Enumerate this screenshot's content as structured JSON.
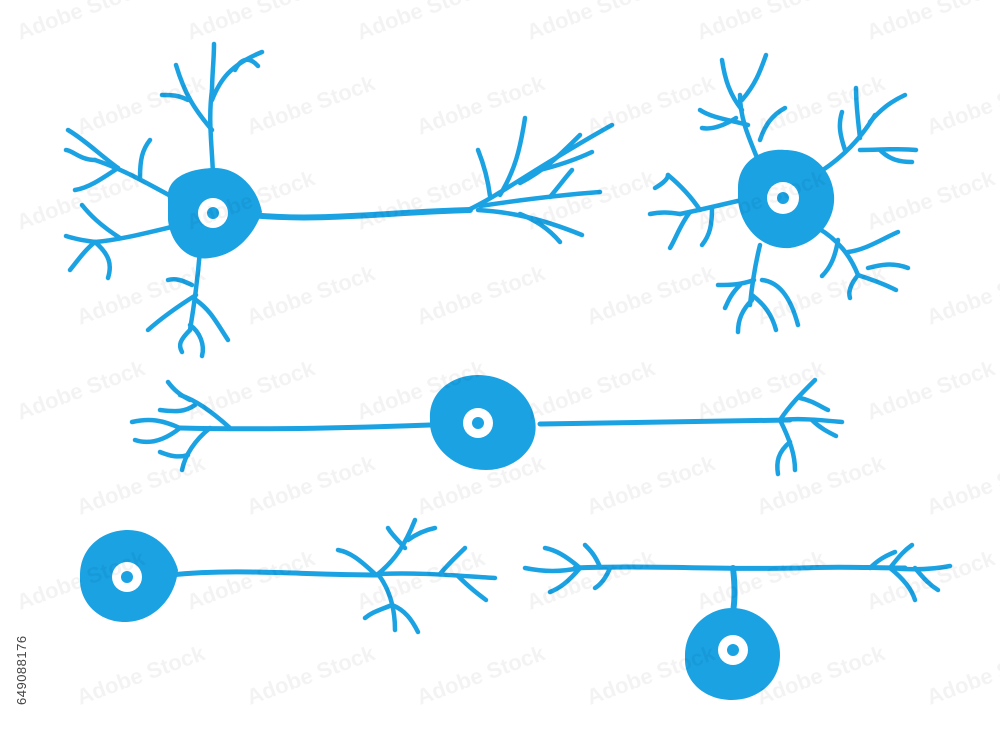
{
  "image": {
    "subject": "neurons",
    "accent_color": "#1ba2e3",
    "background_color": "#ffffff",
    "nucleus_color": "#ffffff"
  },
  "neurons": [
    {
      "kind": "multipolar"
    },
    {
      "kind": "multipolar-star"
    },
    {
      "kind": "bipolar"
    },
    {
      "kind": "unipolar"
    },
    {
      "kind": "pseudo-unipolar"
    }
  ],
  "stock_id": "649088176",
  "watermark": "Adobe Stock"
}
